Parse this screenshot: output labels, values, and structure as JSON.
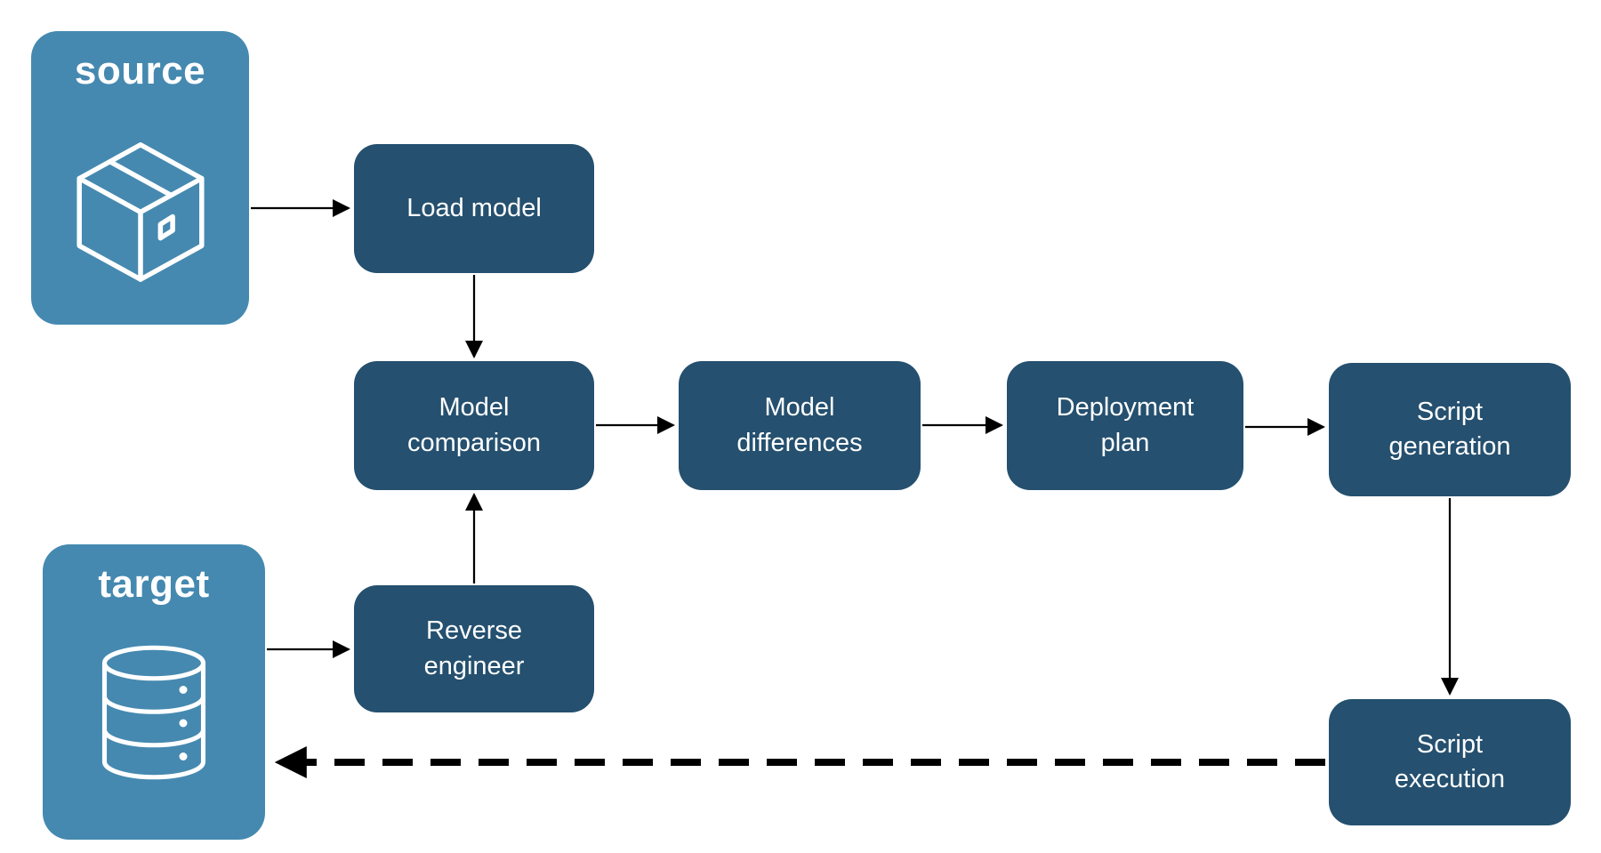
{
  "diagram": {
    "type": "flowchart",
    "containers": [
      {
        "id": "source",
        "label": "source",
        "icon": "package-icon"
      },
      {
        "id": "target",
        "label": "target",
        "icon": "database-icon"
      }
    ],
    "nodes": [
      {
        "id": "load-model",
        "label": "Load model"
      },
      {
        "id": "model-comparison",
        "label": "Model comparison"
      },
      {
        "id": "model-differences",
        "label": "Model differences"
      },
      {
        "id": "deployment-plan",
        "label": "Deployment plan"
      },
      {
        "id": "script-generation",
        "label": "Script generation"
      },
      {
        "id": "reverse-engineer",
        "label": "Reverse engineer"
      },
      {
        "id": "script-execution",
        "label": "Script execution"
      }
    ],
    "edges": [
      {
        "from": "source",
        "to": "load-model",
        "style": "solid"
      },
      {
        "from": "load-model",
        "to": "model-comparison",
        "style": "solid"
      },
      {
        "from": "model-comparison",
        "to": "model-differences",
        "style": "solid"
      },
      {
        "from": "model-differences",
        "to": "deployment-plan",
        "style": "solid"
      },
      {
        "from": "deployment-plan",
        "to": "script-generation",
        "style": "solid"
      },
      {
        "from": "script-generation",
        "to": "script-execution",
        "style": "solid"
      },
      {
        "from": "target",
        "to": "reverse-engineer",
        "style": "solid"
      },
      {
        "from": "reverse-engineer",
        "to": "model-comparison",
        "style": "solid"
      },
      {
        "from": "script-execution",
        "to": "target",
        "style": "dashed"
      }
    ],
    "colors": {
      "container_fill": "#4589B0",
      "node_fill": "#25506F",
      "text": "#FFFFFF",
      "arrow": "#000000"
    }
  }
}
